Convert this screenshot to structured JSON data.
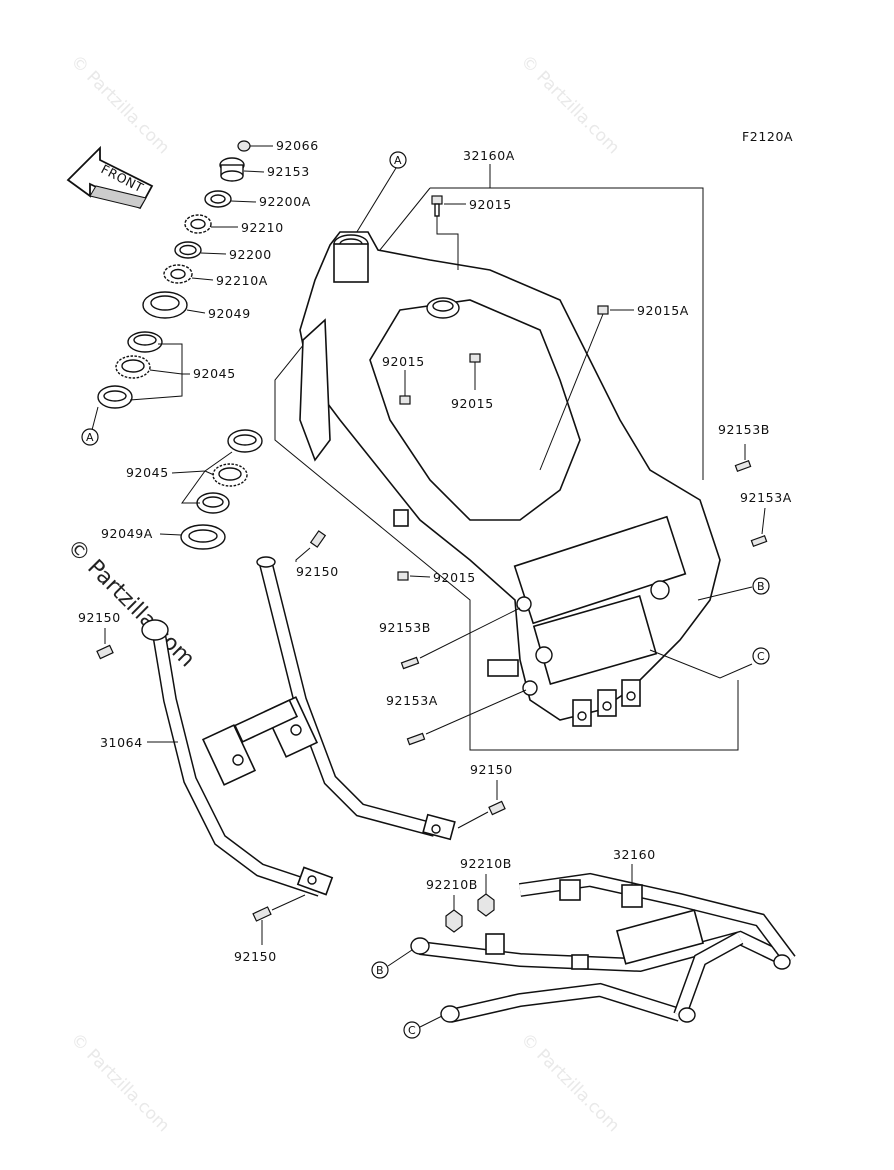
{
  "figure_code": "F2120A",
  "front_label": "FRONT",
  "watermark": "© Partzilla.com",
  "callouts": {
    "ref_a": "A",
    "ref_b": "B",
    "ref_c": "C",
    "p92066": "92066",
    "p92153": "92153",
    "p92200A": "92200A",
    "p92210": "92210",
    "p92200": "92200",
    "p92210A": "92210A",
    "p92049": "92049",
    "p92045_top": "92045",
    "p92045_mid": "92045",
    "p92049A": "92049A",
    "p32160A": "32160A",
    "p92015_top": "92015",
    "p92015A": "92015A",
    "p92015_left": "92015",
    "p92015_center": "92015",
    "p92015_low": "92015",
    "p92153B_right": "92153B",
    "p92153A_right": "92153A",
    "p92153B_left": "92153B",
    "p92153A_left": "92153A",
    "p92150_upper": "92150",
    "p92150_left": "92150",
    "p31064": "31064",
    "p92150_mid": "92150",
    "p92150_bottom": "92150",
    "p92210B_a": "92210B",
    "p92210B_b": "92210B",
    "p32160": "32160"
  }
}
